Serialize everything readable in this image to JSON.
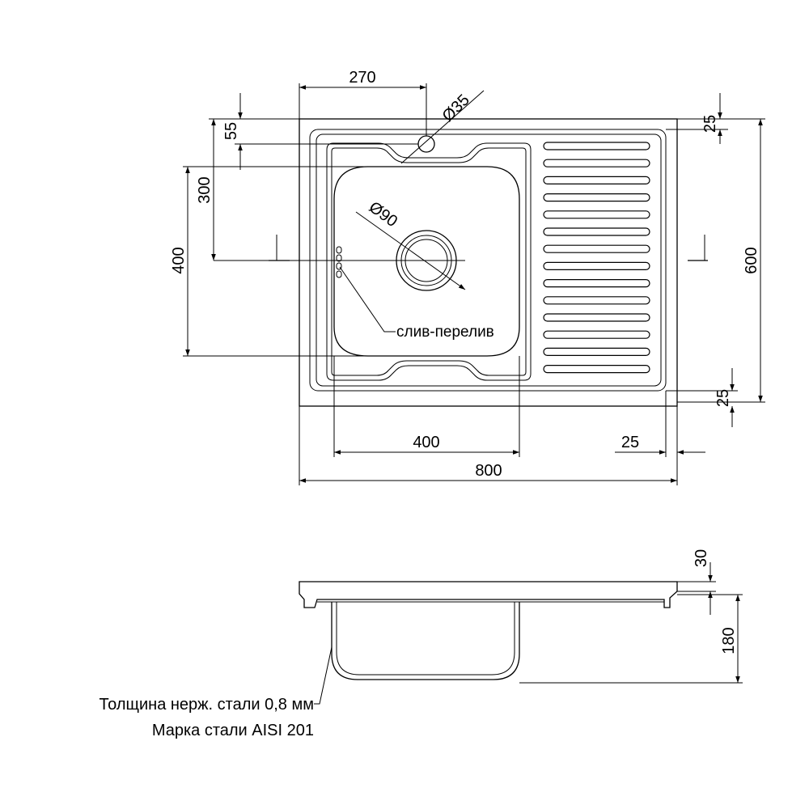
{
  "dimensions": {
    "top_270": "270",
    "dia_35": "Ø35",
    "top_25": "25",
    "left_55": "55",
    "left_300": "300",
    "left_400": "400",
    "right_600": "600",
    "right_25": "25",
    "bowl_dia_90": "Ø90",
    "bottom_400": "400",
    "bottom_25": "25",
    "bottom_800": "800",
    "side_30": "30",
    "side_180": "180"
  },
  "labels": {
    "overflow": "слив-перелив",
    "thickness": "Толщина нерж. стали 0,8 мм",
    "steel_grade": "Марка стали AISI 201"
  }
}
